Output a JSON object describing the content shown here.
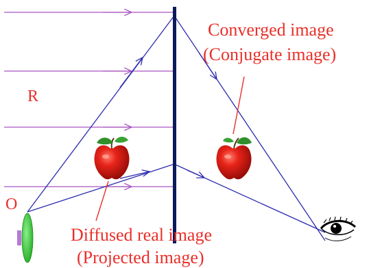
{
  "labels": {
    "reference": "R",
    "object": "O",
    "converged_line1": "Converged image",
    "converged_line2": "(Conjugate image)",
    "diffused_line1": "Diffused real image",
    "diffused_line2": "(Projected image)"
  },
  "colors": {
    "reference_rays": "#a855c0",
    "rays": "#2b2bb0",
    "hologram_plate": "#0d1a5c",
    "label_text": "#e8302a",
    "apple_red": "#e01a12",
    "leaf_green": "#2f8f2a",
    "lens_green": "#3cc43c",
    "source_violet": "#b57ad8"
  },
  "icons": {
    "real_apple": "apple-icon",
    "conjugate_apple": "apple-icon",
    "lens": "lens-icon",
    "viewer": "eye-icon"
  }
}
